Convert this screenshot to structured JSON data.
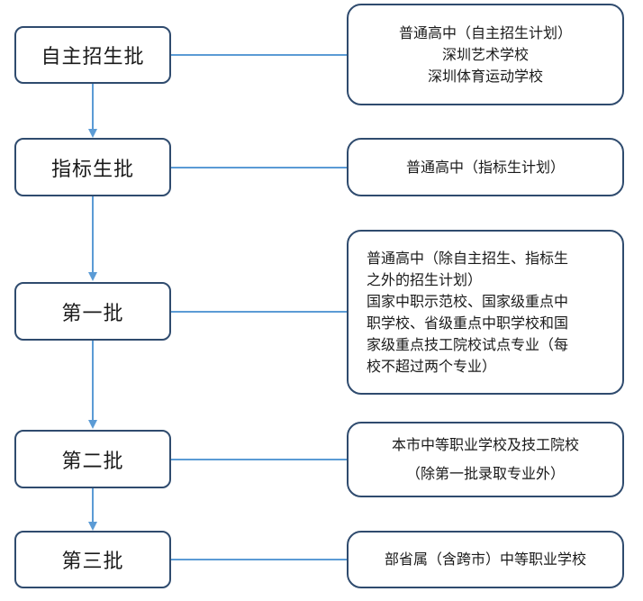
{
  "batches": [
    {
      "label": "自主招生批",
      "description": [
        "普通高中（自主招生计划）",
        "深圳艺术学校",
        "深圳体育运动学校"
      ]
    },
    {
      "label": "指标生批",
      "description": [
        "普通高中（指标生计划）"
      ]
    },
    {
      "label": "第一批",
      "description": [
        "普通高中（除自主招生、指标生",
        "之外的招生计划）",
        "国家中职示范校、国家级重点中",
        "职学校、省级重点中职学校和国",
        "家级重点技工院校试点专业（每",
        "校不超过两个专业）"
      ]
    },
    {
      "label": "第二批",
      "description": [
        "本市中等职业学校及技工院校",
        "（除第一批录取专业外）"
      ]
    },
    {
      "label": "第三批",
      "description": [
        "部省属（含跨市）中等职业学校"
      ]
    }
  ],
  "colors": {
    "connector": "#5b9bd5",
    "border": "#2f4b6e"
  }
}
